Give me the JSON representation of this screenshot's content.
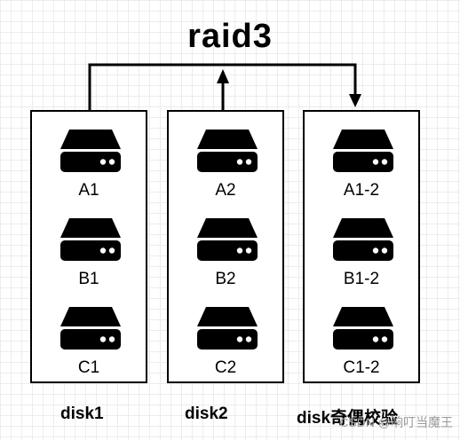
{
  "diagram": {
    "title": "raid3",
    "disks": [
      {
        "label": "disk1",
        "blocks": [
          "A1",
          "B1",
          "C1"
        ]
      },
      {
        "label": "disk2",
        "blocks": [
          "A2",
          "B2",
          "C2"
        ]
      },
      {
        "label": "disk奇偶校验",
        "blocks": [
          "A1-2",
          "B1-2",
          "C1-2"
        ]
      }
    ],
    "drive_icon": "hard-drive-icon"
  },
  "watermark": "CSDN @响叮当魔王"
}
